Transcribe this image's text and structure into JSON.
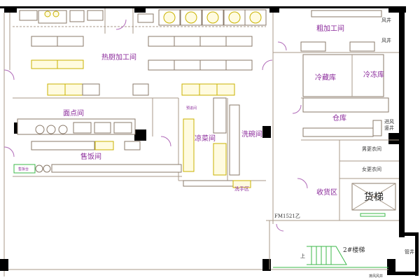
{
  "plan": {
    "rooms": {
      "hot_kitchen": "热厨加工间",
      "rough_processing": "粗加工间",
      "air_shaft_1": "风井",
      "air_shaft_2": "风井",
      "cold_storage": "冷藏库",
      "freezer": "冷冻库",
      "warehouse": "仓库",
      "intake_shaft_line1": "进风",
      "intake_shaft_line2": "竖井",
      "mens_locker": "男更衣间",
      "womens_locker": "女更衣间",
      "receiving": "收货区",
      "freight_elevator": "货梯",
      "door_code": "FM1521乙",
      "stair": "2#楼梯",
      "stair_up": "上",
      "pastry": "面点间",
      "serving": "售饭间",
      "cold_dish": "凉菜间",
      "dishwashing": "洗碗间",
      "handwash": "洗手区",
      "pre_entry": "预进间",
      "serving_counter": "售饭台",
      "pipe_shaft": "管井",
      "exhaust_shaft": "排风风井"
    },
    "colors": {
      "label": "#8b2a9b",
      "wall": "#000000",
      "door": "#b06ab8",
      "stair": "#3cb84a",
      "equipment": "#c9b200"
    }
  }
}
